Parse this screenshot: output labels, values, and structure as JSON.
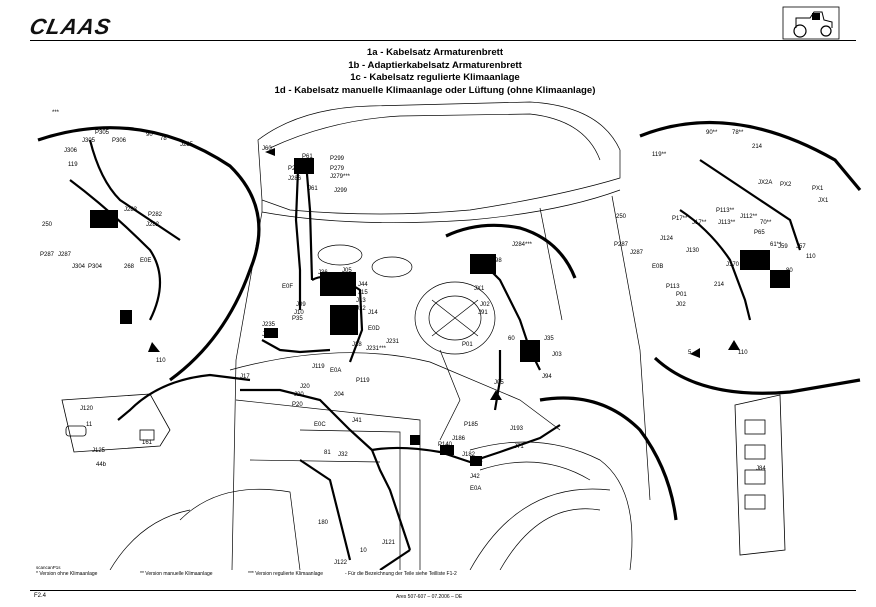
{
  "header": {
    "logo_text": "CLAAS",
    "titles": [
      "1a - Kabelsatz Armaturenbrett",
      "1b - Adaptierkabelsatz Armaturenbrett",
      "1c - Kabelsatz regulierte Klimaanlage",
      "1d - Kabelsatz manuelle Klimaanlage oder Lüftung (ohne Klimaanlage)"
    ]
  },
  "stars_marker": "***",
  "labels": {
    "left_inset": [
      "P305",
      "J305",
      "P306",
      "90",
      "78",
      "J306",
      "J285",
      "119",
      "P283",
      "J283",
      "P282",
      "J282",
      "250",
      "P287",
      "J287",
      "P304",
      "J304",
      "268",
      "E0E",
      "110"
    ],
    "top_center": [
      "J60",
      "P61",
      "P299",
      "P286",
      "J286",
      "J61",
      "P279",
      "J279***",
      "J299"
    ],
    "center": [
      "E0F",
      "J36",
      "J05",
      "J03",
      "J44",
      "J15",
      "J13",
      "J09",
      "J10",
      "J12",
      "P35",
      "J14",
      "J231",
      "J235",
      "J43",
      "J20",
      "J119",
      "E0A",
      "E0D",
      "J28",
      "J231***",
      "P119",
      "J17",
      "J20",
      "P20",
      "204",
      "E0C",
      "J41",
      "81",
      "J32",
      "P185",
      "J193",
      "J186",
      "P140",
      "J182",
      "J71",
      "P42",
      "J42",
      "E0A",
      "J121",
      "180",
      "10",
      "J122"
    ],
    "steering": [
      "J284***",
      "J98",
      "JX1",
      "J02",
      "J91",
      "P01",
      "60",
      "J35",
      "J03",
      "J05",
      "J94",
      "J176"
    ],
    "right_inset": [
      "90**",
      "78**",
      "119**",
      "214",
      "JX2A",
      "PX2",
      "PX1",
      "JX1",
      "P17**",
      "P113**",
      "J112**",
      "J17**",
      "70**",
      "J113**",
      "P65",
      "J59",
      "250",
      "P287",
      "J287",
      "J124",
      "J130",
      "J170",
      "P113",
      "61**",
      "J57",
      "E0B",
      "214",
      "P01",
      "J02",
      "80",
      "110",
      "5",
      "110"
    ],
    "left_panel": [
      "J120",
      "11",
      "J125",
      "44b",
      "161"
    ],
    "right_panel": [
      "J84"
    ]
  },
  "reference_code": "scancanP1s",
  "footnotes": [
    "* Version ohne Klimaanlage",
    "** Version manuelle Klimaanlage",
    "*** Version regulierte Klimaanlage",
    "- Für die Bezeichnung der Teile siehe Teilliste F1-2"
  ],
  "footer": {
    "page_number": "F2.4",
    "document_ref": "Ares 507-607 – 07.2006 – DE"
  }
}
